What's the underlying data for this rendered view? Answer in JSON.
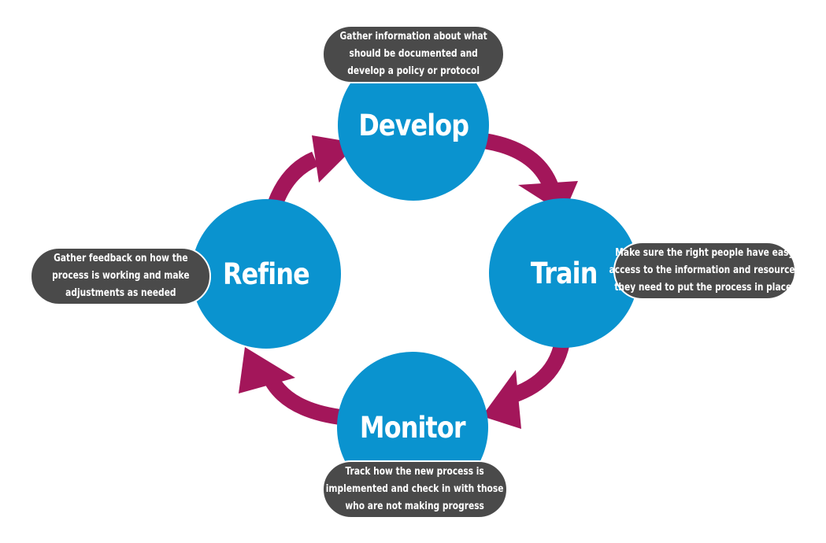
{
  "colors": {
    "node_fill": "#0a93cf",
    "arrow_fill": "#a3165a",
    "callout_fill": "#4a4a4a",
    "text": "#ffffff"
  },
  "cycle": {
    "develop": {
      "label": "Develop",
      "description_lines": [
        "Gather information about what",
        "should be documented and",
        "develop a policy or protocol"
      ]
    },
    "train": {
      "label": "Train",
      "description_lines": [
        "Make sure the right people have easy",
        "access to the information and resources",
        "they need to put the process in place."
      ]
    },
    "monitor": {
      "label": "Monitor",
      "description_lines": [
        "Track how the new process is",
        "implemented and check in with those",
        "who are not making progress"
      ]
    },
    "refine": {
      "label": "Refine",
      "description_lines": [
        "Gather feedback on how the",
        "process is working and make",
        "adjustments as needed"
      ]
    }
  }
}
